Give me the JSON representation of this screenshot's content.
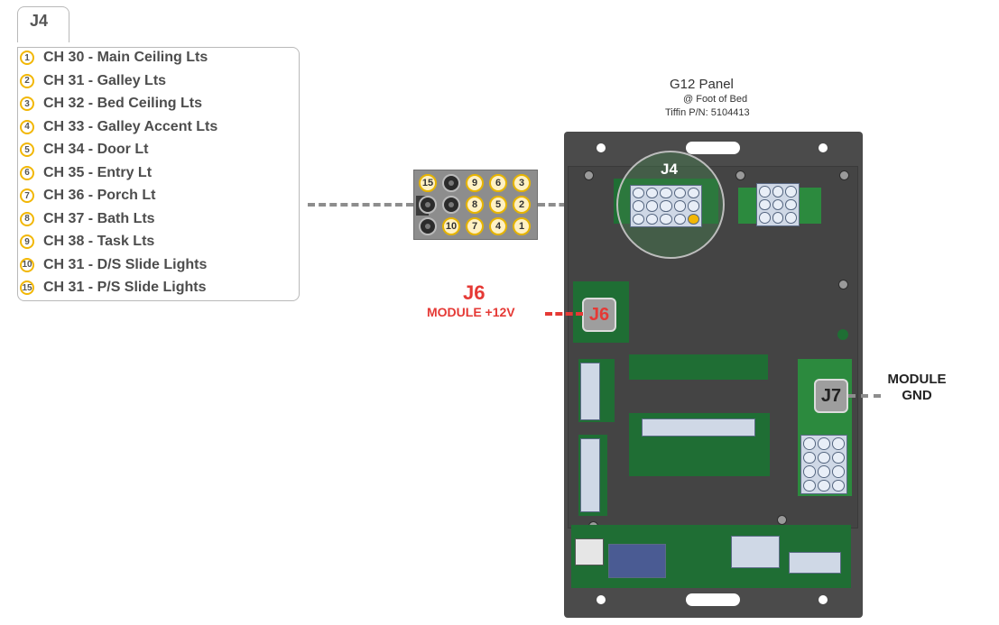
{
  "legend": {
    "tab_label": "J4",
    "items": [
      {
        "pin": "1",
        "label": "CH 30 - Main Ceiling Lts"
      },
      {
        "pin": "2",
        "label": "CH 31 - Galley Lts"
      },
      {
        "pin": "3",
        "label": "CH 32 - Bed Ceiling Lts"
      },
      {
        "pin": "4",
        "label": "CH 33 - Galley Accent Lts"
      },
      {
        "pin": "5",
        "label": "CH 34 - Door Lt"
      },
      {
        "pin": "6",
        "label": "CH 35 - Entry Lt"
      },
      {
        "pin": "7",
        "label": "CH 36 - Porch Lt"
      },
      {
        "pin": "8",
        "label": "CH 37 - Bath Lts"
      },
      {
        "pin": "9",
        "label": "CH 38 - Task Lts"
      },
      {
        "pin": "10",
        "label": "CH 31 - D/S Slide Lights"
      },
      {
        "pin": "15",
        "label": "CH 31 - P/S Slide Lights"
      }
    ],
    "badge_color": "#f2b705"
  },
  "connector": {
    "rows": [
      [
        "15",
        "",
        "9",
        "6",
        "3"
      ],
      [
        "",
        "",
        "8",
        "5",
        "2"
      ],
      [
        "",
        "10",
        "7",
        "4",
        "1"
      ]
    ]
  },
  "panel": {
    "title": "G12 Panel",
    "location": "@ Foot of Bed",
    "part_number": "Tiffin P/N: 5104413",
    "j4_label": "J4",
    "j6_post_label": "J6",
    "j7_post_label": "J7"
  },
  "j6": {
    "title": "J6",
    "subtitle": "MODULE +12V",
    "color": "#e53935"
  },
  "j7": {
    "line1": "MODULE",
    "line2": "GND"
  }
}
